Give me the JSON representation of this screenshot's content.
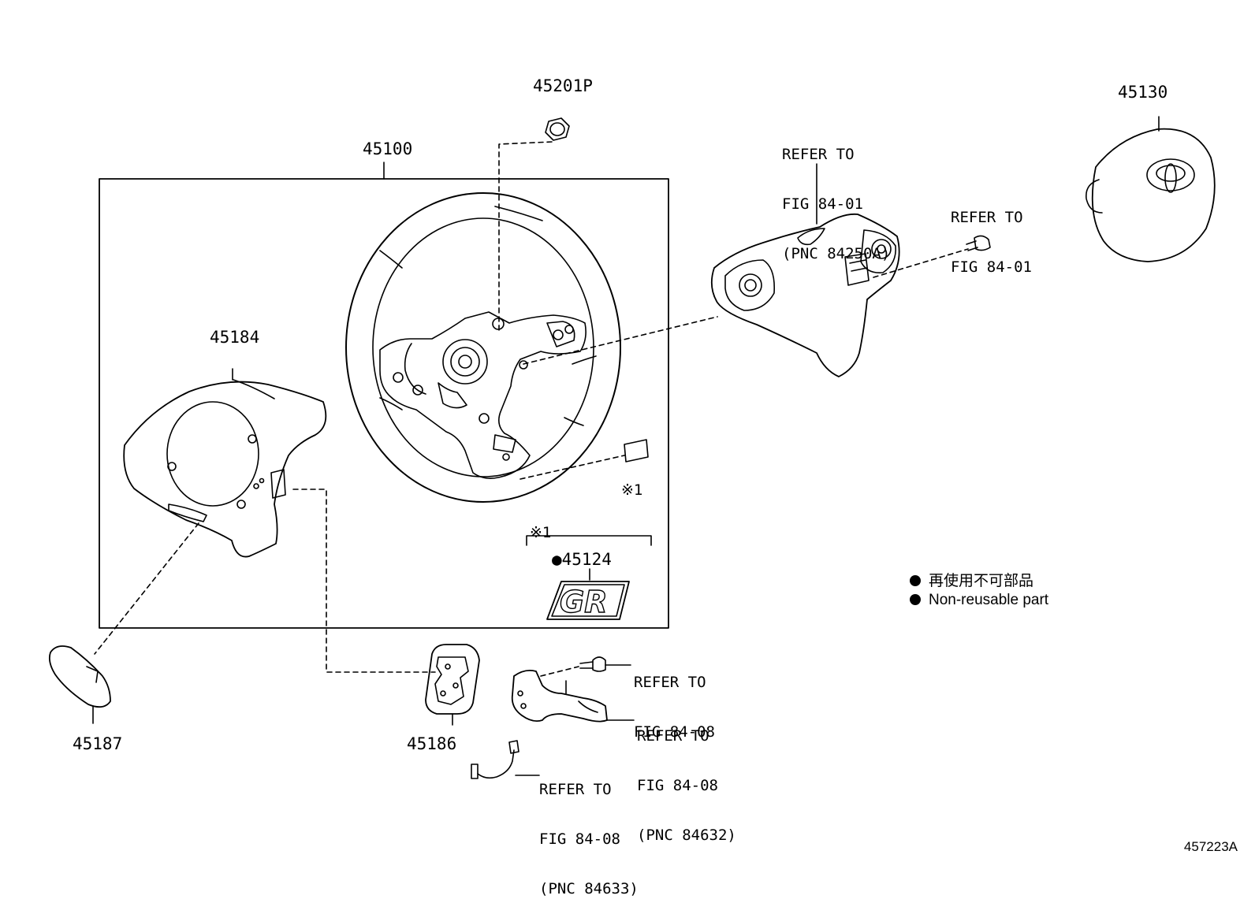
{
  "parts": {
    "p45100": "45100",
    "p45201p": "45201P",
    "p45130": "45130",
    "p45184": "45184",
    "p45187": "45187",
    "p45186": "45186",
    "p45124": "●45124"
  },
  "refs": {
    "switch_right": [
      "REFER TO",
      "FIG 84-01",
      "(PNC 84250A)"
    ],
    "screw": [
      "REFER TO",
      "FIG 84-01"
    ],
    "bolt": [
      "REFER TO",
      "FIG 84-08"
    ],
    "spiral_cable": [
      "REFER TO",
      "FIG 84-08",
      "(PNC 84632)"
    ],
    "wire": [
      "REFER TO",
      "FIG 84-08",
      "(PNC 84633)"
    ]
  },
  "notes": {
    "mark_plate": "※1",
    "mark_bracket": "※1",
    "emblem_text": "GR"
  },
  "legend": {
    "line1": "再使用不可部品",
    "line2": "Non-reusable part"
  },
  "figure_id": "457223A"
}
